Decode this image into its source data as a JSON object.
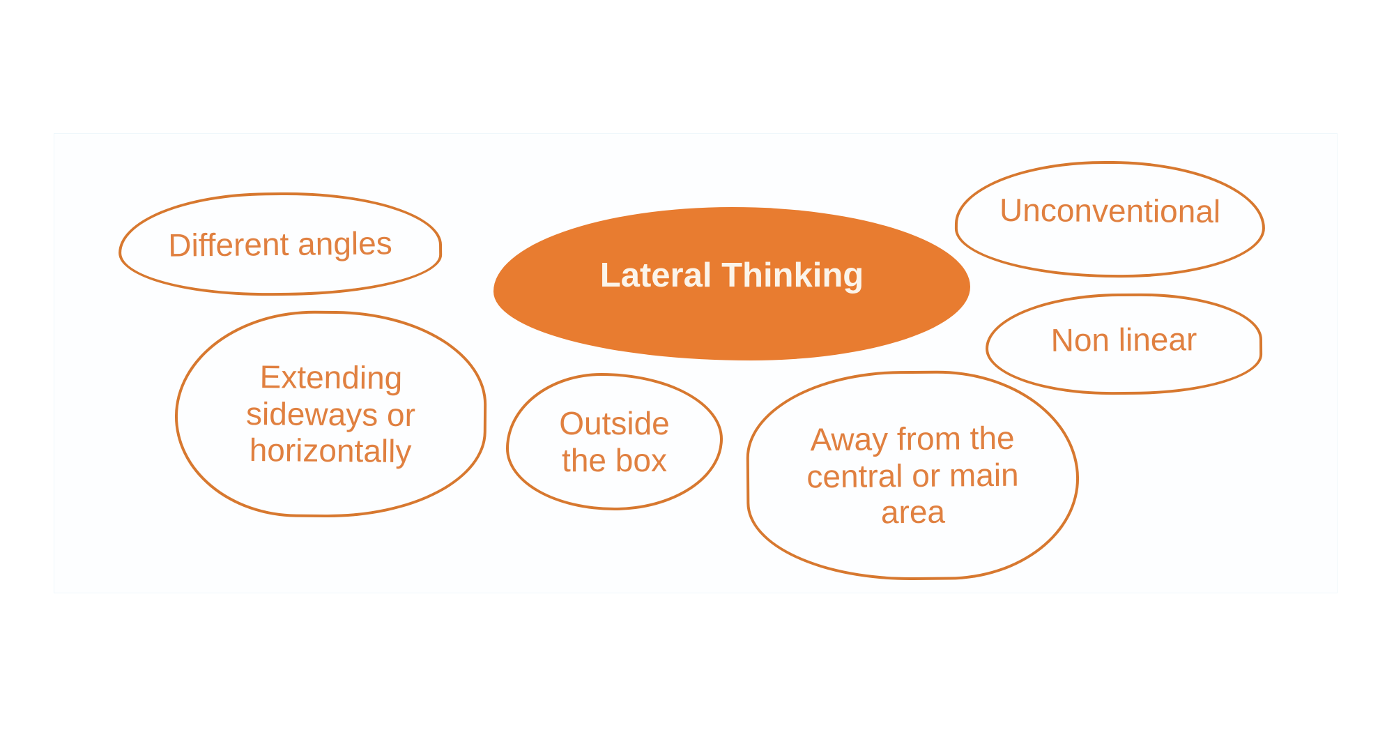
{
  "diagram": {
    "type": "mind-map",
    "topic": "Lateral Thinking",
    "center_node": {
      "label": "Lateral Thinking"
    },
    "branch_nodes": [
      {
        "id": "different-angles",
        "label": "Different angles"
      },
      {
        "id": "unconventional",
        "label": "Unconventional"
      },
      {
        "id": "non-linear",
        "label": "Non linear"
      },
      {
        "id": "extending-sideways",
        "label": "Extending sideways or horizontally"
      },
      {
        "id": "outside-the-box",
        "label": "Outside the box"
      },
      {
        "id": "away-from-central",
        "label": "Away from the central or main area"
      }
    ]
  },
  "colors": {
    "center_fill": "#E87C30",
    "node_outline": "#D7782F",
    "node_text": "#E08040",
    "center_text": "#FBF4EA",
    "background": "#FFFFFF"
  }
}
